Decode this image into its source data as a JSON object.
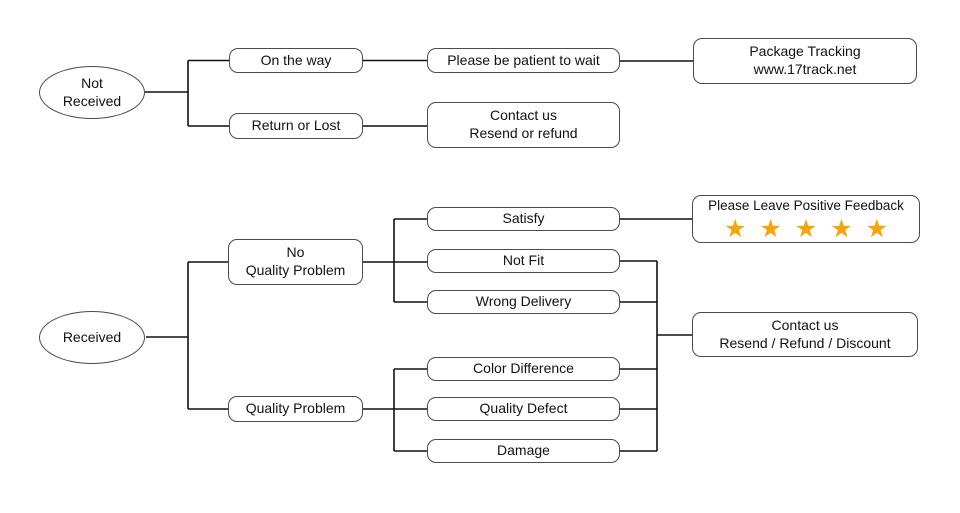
{
  "diagram": {
    "title": "after-sales service flowchart",
    "colors": {
      "star": "#F6A40B",
      "box_border": "#4b4b4b",
      "line": "#111111",
      "text": "#111111",
      "background": "#ffffff"
    },
    "nodes": {
      "not_received": {
        "line1": "Not",
        "line2": "Received"
      },
      "received": {
        "label": "Received"
      },
      "on_the_way": {
        "label": "On the way"
      },
      "return_or_lost": {
        "label": "Return or Lost"
      },
      "be_patient": {
        "label": "Please be patient to wait"
      },
      "package_tracking": {
        "line1": "Package Tracking",
        "line2": "www.17track.net"
      },
      "contact_resend_refund": {
        "line1": "Contact us",
        "line2": "Resend or refund"
      },
      "no_quality_problem": {
        "line1": "No",
        "line2": "Quality Problem"
      },
      "quality_problem": {
        "label": "Quality Problem"
      },
      "satisfy": {
        "label": "Satisfy"
      },
      "not_fit": {
        "label": "Not Fit"
      },
      "wrong_delivery": {
        "label": "Wrong Delivery"
      },
      "color_difference": {
        "label": "Color Difference"
      },
      "quality_defect": {
        "label": "Quality Defect"
      },
      "damage": {
        "label": "Damage"
      },
      "positive_feedback": {
        "line1": "Please Leave Positive Feedback",
        "stars": "★★★★★"
      },
      "contact_discount": {
        "line1": "Contact us",
        "line2": "Resend / Refund / Discount"
      }
    }
  }
}
